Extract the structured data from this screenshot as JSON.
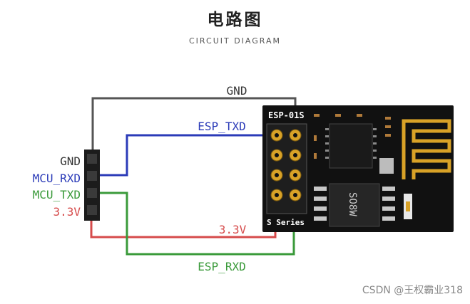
{
  "header": {
    "title": "电路图",
    "subtitle": "CIRCUIT DIAGRAM"
  },
  "pin_labels": [
    {
      "text": "GND",
      "color": "#333333"
    },
    {
      "text": "MCU_RXD",
      "color": "#2b3bb8"
    },
    {
      "text": "MCU_TXD",
      "color": "#3a9a3a"
    },
    {
      "text": "3.3V",
      "color": "#d64b4b"
    }
  ],
  "wire_labels": {
    "gnd": "GND",
    "esp_txd": "ESP_TXD",
    "v33": "3.3V",
    "esp_rxd": "ESP_RXD"
  },
  "module": {
    "model": "ESP-01S",
    "series": "S Series",
    "chip": "SO8W"
  },
  "colors": {
    "gnd": "#555555",
    "rxd_wire": "#2b3bb8",
    "txd_wire": "#3a9a3a",
    "v33_wire": "#d64b4b",
    "pcb": "#111111",
    "gold": "#d9a227"
  },
  "watermark": "CSDN @王权霸业318"
}
